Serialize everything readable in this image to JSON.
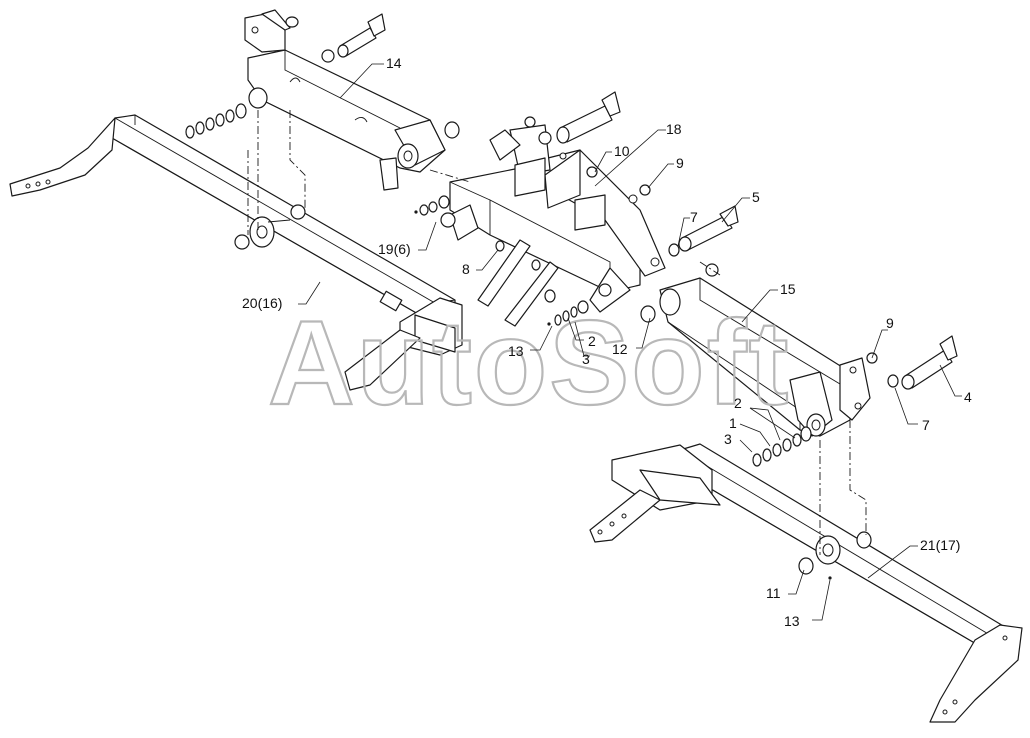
{
  "watermark": "AutoSoft",
  "callouts": {
    "c14": "14",
    "c18": "18",
    "c10": "10",
    "c9a": "9",
    "c5": "5",
    "c7a": "7",
    "c19_6": "19(6)",
    "c8": "8",
    "c20_16": "20(16)",
    "c15": "15",
    "c2a": "2",
    "c13a": "13",
    "c3a": "3",
    "c12": "12",
    "c9b": "9",
    "c4": "4",
    "c7b": "7",
    "c2b": "2",
    "c1": "1",
    "c3b": "3",
    "c21_17": "21(17)",
    "c11": "11",
    "c13b": "13"
  },
  "colors": {
    "line": "#1a1a1a",
    "watermark": "#b8b8b8",
    "background": "#ffffff"
  }
}
